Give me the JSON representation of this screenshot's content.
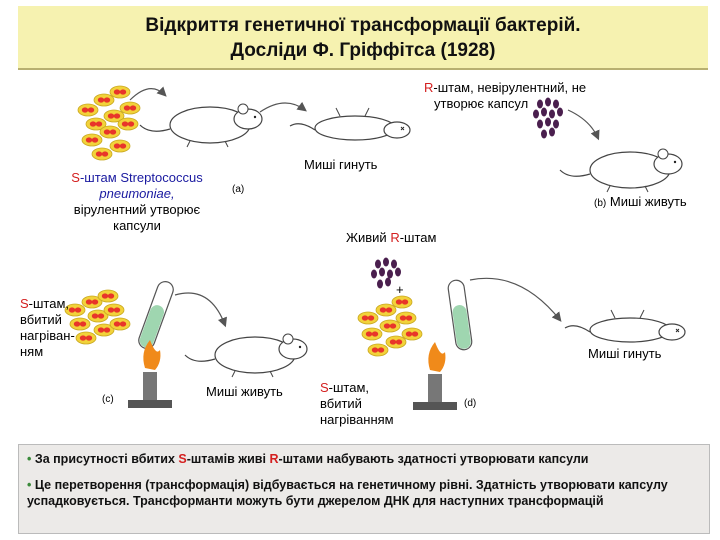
{
  "title": {
    "line1": "Відкриття генетичної трансформації бактерій.",
    "line2": "Досліди Ф. Гріффітса (1928)"
  },
  "labels": {
    "r_strain_letter": "R",
    "r_strain_desc_rest": "-штам, невірулентний, не",
    "r_strain_desc_line2": "утворює капсул",
    "s_strain_letter": "S",
    "s_strain_name": "-штам Streptococcus",
    "s_strain_species": "pneumoniae,",
    "s_strain_desc1": "вірулентний утворює",
    "s_strain_desc2": "капсули",
    "mice_die_top": "Миші гинуть",
    "panel_a": "(a)",
    "panel_b": "(b)",
    "mice_live_b": "Миші живуть",
    "live_r_strain_prefix": "Живий ",
    "live_r_strain_letter": "R",
    "live_r_strain_suffix": "-штам",
    "s_killed_left_letter": "S",
    "s_killed_left_line1": "-штам,",
    "s_killed_left_line2": "вбитий",
    "s_killed_left_line3": "нагріван-",
    "s_killed_left_line4": "ням",
    "panel_c": "(c)",
    "mice_live_c": "Миші живуть",
    "s_killed_mid_letter": "S",
    "s_killed_mid_line1": "-штам,",
    "s_killed_mid_line2": "вбитий",
    "s_killed_mid_line3": "нагріванням",
    "panel_d": "(d)",
    "mice_die_d": "Миші гинуть",
    "plus": "+"
  },
  "conclusions": {
    "b1_a": "За присутності вбитих ",
    "b1_s": "S",
    "b1_b": "-штамів живі ",
    "b1_r": "R",
    "b1_c": "-штами набувають здатності утворювати капсули",
    "b2": "Це перетворення (трансформація) відбувається на генетичному рівні.  Здатність утворювати капсулу успадковується. Трансформанти можуть бути джерелом ДНК для наступних трансформацій"
  },
  "colors": {
    "title_bg": "#f6f2b0",
    "s_cell": "#e8352a",
    "s_capsule": "#f2d23a",
    "r_cell": "#4a1f4e",
    "accent_red": "#d42020"
  }
}
